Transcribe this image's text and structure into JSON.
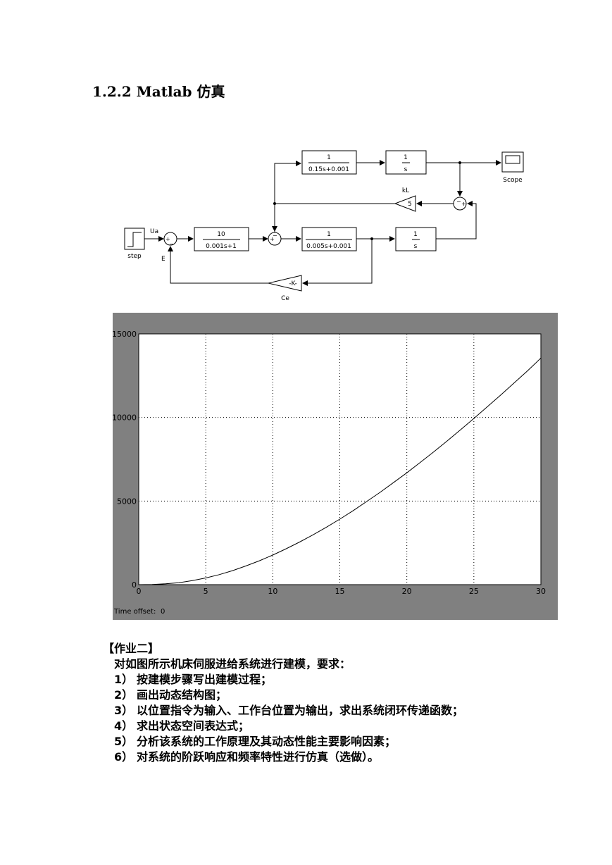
{
  "heading": "1.2.2 Matlab 仿真",
  "diagram": {
    "blocks": {
      "step": "step",
      "ua": "Ua",
      "e": "E",
      "g1_num": "10",
      "g1_den": "0.001s+1",
      "g2_num": "1",
      "g2_den": "0.005s+0.001",
      "int1_num": "1",
      "int1_den": "s",
      "g3_num": "1",
      "g3_den": "0.15s+0.001",
      "int2_num": "1",
      "int2_den": "s",
      "scope": "Scope",
      "kl_label": "kL",
      "kl_value": "5",
      "ce_label": "Ce",
      "ce_value": "-K-",
      "sum_minus": "−",
      "sum_plus": "+"
    }
  },
  "chart_data": {
    "type": "line",
    "title": "",
    "xlabel": "",
    "ylabel": "",
    "xlim": [
      0,
      30
    ],
    "ylim": [
      0,
      15000
    ],
    "xticks": [
      "0",
      "5",
      "10",
      "15",
      "20",
      "25",
      "30"
    ],
    "yticks": [
      "0",
      "5000",
      "10000",
      "15000"
    ],
    "grid": true,
    "offset_label": "Time offset:",
    "offset_value": "0",
    "series": [
      {
        "x": [
          0,
          1,
          2,
          3,
          4,
          5,
          6,
          7,
          8,
          9,
          10,
          11,
          12,
          13,
          14,
          15,
          16,
          17,
          18,
          19,
          20,
          21,
          22,
          23,
          24,
          25,
          26,
          27,
          28,
          29,
          30
        ],
        "values": [
          0,
          12,
          50,
          120,
          240,
          400,
          600,
          840,
          1120,
          1430,
          1770,
          2150,
          2550,
          2980,
          3440,
          3920,
          4430,
          4970,
          5520,
          6100,
          6690,
          7310,
          7940,
          8590,
          9260,
          9940,
          10640,
          11340,
          12060,
          12790,
          13550
        ]
      }
    ]
  },
  "homework": {
    "title": "【作业二】",
    "intro": "对如图所示机床伺服进给系统进行建模，要求：",
    "items": [
      {
        "num": "1）",
        "text": "按建模步骤写出建模过程；"
      },
      {
        "num": "2）",
        "text": "画出动态结构图；"
      },
      {
        "num": "3）",
        "text": "以位置指令为输入、工作台位置为输出，求出系统闭环传递函数；"
      },
      {
        "num": "4）",
        "text": "求出状态空间表达式；"
      },
      {
        "num": "5）",
        "text": "分析该系统的工作原理及其动态性能主要影响因素；"
      },
      {
        "num": "6）",
        "text": "对系统的阶跃响应和频率特性进行仿真（选做）。"
      }
    ]
  }
}
